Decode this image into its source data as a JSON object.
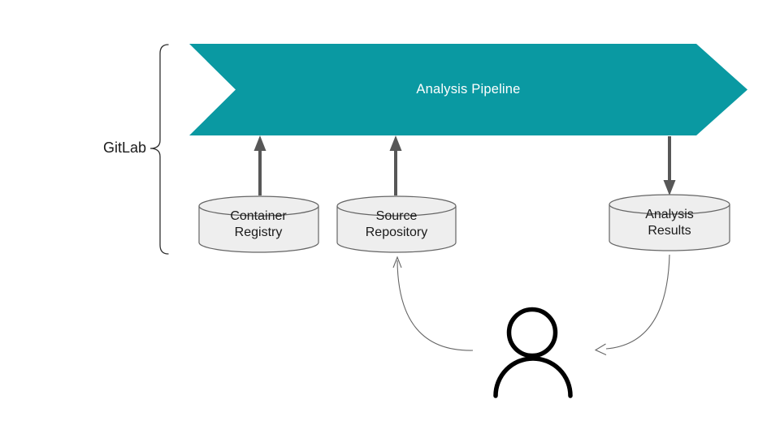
{
  "diagram": {
    "banner": {
      "label": "Analysis Pipeline"
    },
    "group": {
      "label": "GitLab"
    },
    "stores": [
      {
        "label": "Container Registry"
      },
      {
        "label": "Source Repository"
      },
      {
        "label": "Analysis Results"
      }
    ],
    "actor": {
      "name": "user"
    },
    "colors": {
      "banner_fill": "#0a99a2",
      "banner_text": "#ffffff",
      "cylinder_fill": "#eeeeee",
      "cylinder_stroke": "#656565",
      "thick_arrow": "#575757",
      "curve_arrow": "#666666",
      "brace": "#2f2f2f",
      "person": "#000000",
      "text": "#1a1a1a"
    }
  }
}
